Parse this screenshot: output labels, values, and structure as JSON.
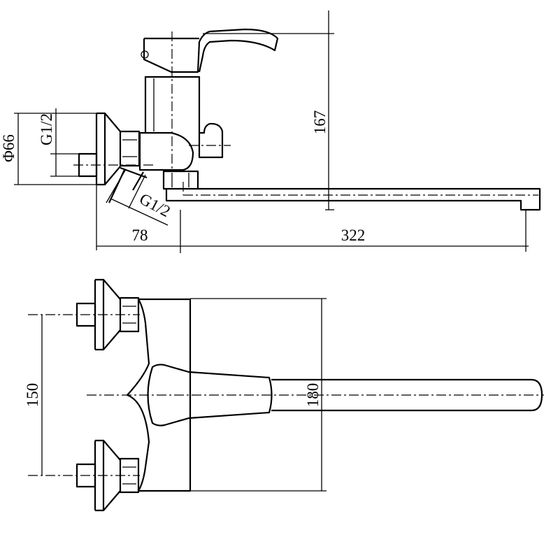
{
  "drawing": {
    "title": "Wall-mounted single-lever mixer dimension drawing",
    "side_view": {
      "height_label": "167",
      "spout_length_label": "322",
      "wall_offset_label": "78",
      "flange_diameter_label": "Φ66",
      "inlet_thread_label": "G1/2",
      "outlet_thread_label": "G1/2"
    },
    "top_view": {
      "inlet_spacing_label": "150",
      "body_width_label": "180"
    }
  }
}
